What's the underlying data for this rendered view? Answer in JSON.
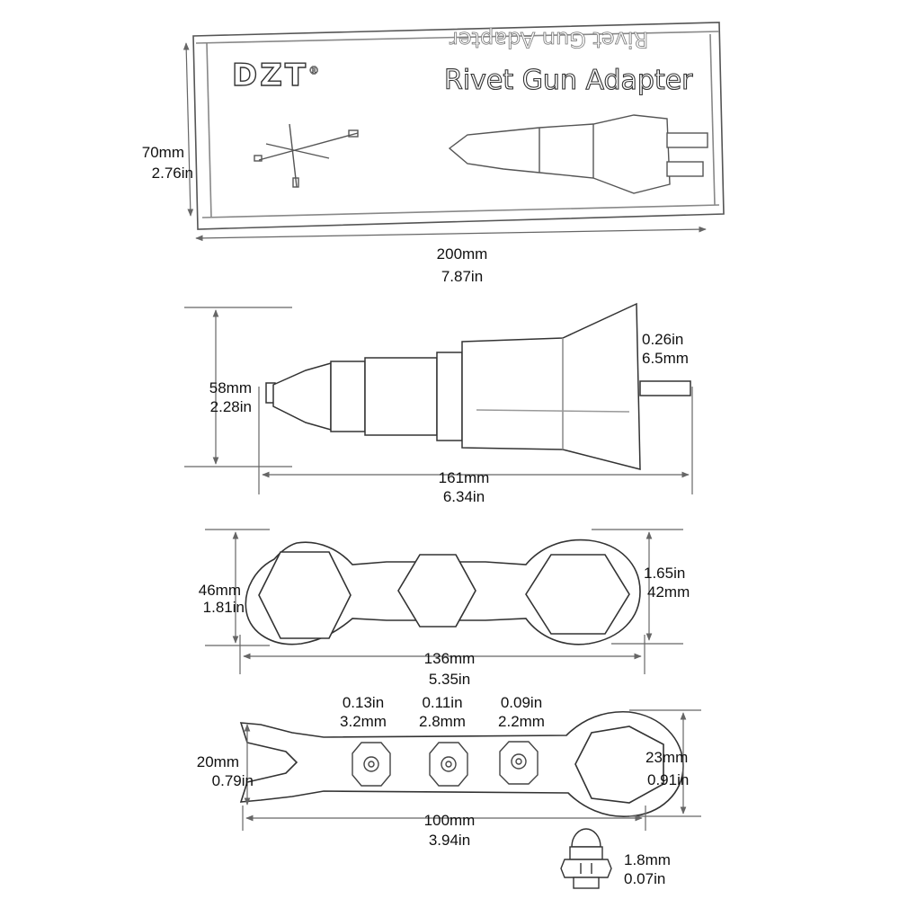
{
  "box": {
    "brand": "DZT",
    "brand_mark": "®",
    "title": "Rivet Gun Adapter",
    "mirrored_title": "Rivet Gun Adapter",
    "height_mm": "70mm",
    "height_in": "2.76in",
    "width_mm": "200mm",
    "width_in": "7.87in"
  },
  "adapter": {
    "height_mm": "58mm",
    "height_in": "2.28in",
    "shaft_in": "0.26in",
    "shaft_mm": "6.5mm",
    "length_mm": "161mm",
    "length_in": "6.34in"
  },
  "large_wrench": {
    "height_mm": "46mm",
    "height_in": "1.81in",
    "hex_in": "1.65in",
    "hex_mm": "42mm",
    "length_mm": "136mm",
    "length_in": "5.35in"
  },
  "small_wrench": {
    "nut1_in": "0.13in",
    "nut1_mm": "3.2mm",
    "nut2_in": "0.11in",
    "nut2_mm": "2.8mm",
    "nut3_in": "0.09in",
    "nut3_mm": "2.2mm",
    "left_mm": "20mm",
    "left_in": "0.79in",
    "right_mm": "23mm",
    "right_in": "0.91in",
    "length_mm": "100mm",
    "length_in": "3.94in"
  },
  "rivet_nut": {
    "size_mm": "1.8mm",
    "size_in": "0.07in"
  }
}
